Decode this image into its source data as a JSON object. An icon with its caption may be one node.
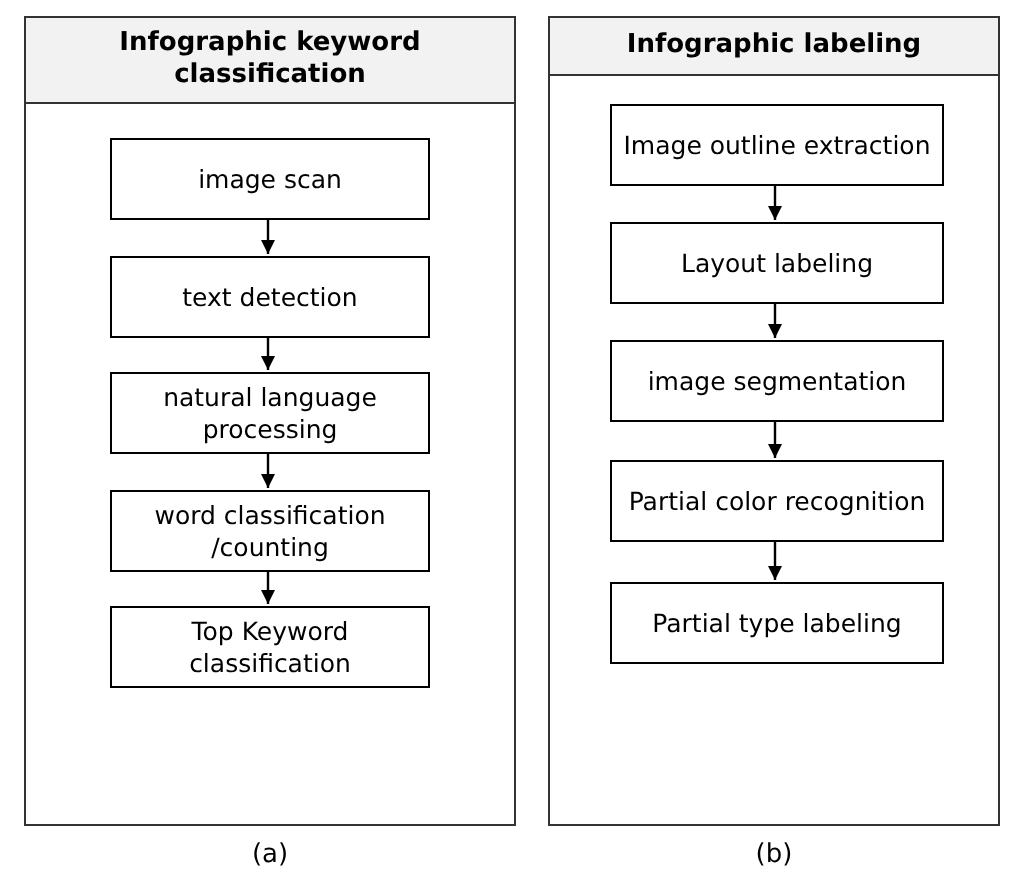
{
  "diagram": {
    "nodes": [
      {
        "text": [
          "Infographic keyword classification"
        ]
      },
      {
        "text": [
          "image scan"
        ],
        "in": 0
      },
      {
        "text": [
          "text detection"
        ],
        "in": 0
      },
      {
        "text": [
          "natural language processing"
        ],
        "in": 0
      },
      {
        "text": [
          "word classification /counting"
        ],
        "in": 0
      },
      {
        "text": [
          "Top Keyword classification"
        ],
        "in": 0
      },
      {
        "text": [
          "Infographic labeling"
        ]
      },
      {
        "text": [
          "Image outline extraction"
        ],
        "in": 6
      },
      {
        "text": [
          "Layout labeling"
        ],
        "in": 6
      },
      {
        "text": [
          "image segmentation"
        ],
        "in": 6
      },
      {
        "text": [
          "Partial color recognition"
        ],
        "in": 6
      },
      {
        "text": [
          "Partial type labeling"
        ],
        "in": 6
      }
    ],
    "edges": [
      {
        "from": 1,
        "to": 2,
        "arrow": "to"
      },
      {
        "from": 2,
        "to": 3,
        "arrow": "to"
      },
      {
        "from": 3,
        "to": 4,
        "arrow": "to"
      },
      {
        "from": 4,
        "to": 5,
        "arrow": "to"
      },
      {
        "from": 7,
        "to": 8,
        "arrow": "to"
      },
      {
        "from": 8,
        "to": 9,
        "arrow": "to"
      },
      {
        "from": 9,
        "to": 10,
        "arrow": "to"
      },
      {
        "from": 10,
        "to": 11,
        "arrow": "to"
      }
    ],
    "labels": [
      "(a)",
      "(b)"
    ]
  }
}
